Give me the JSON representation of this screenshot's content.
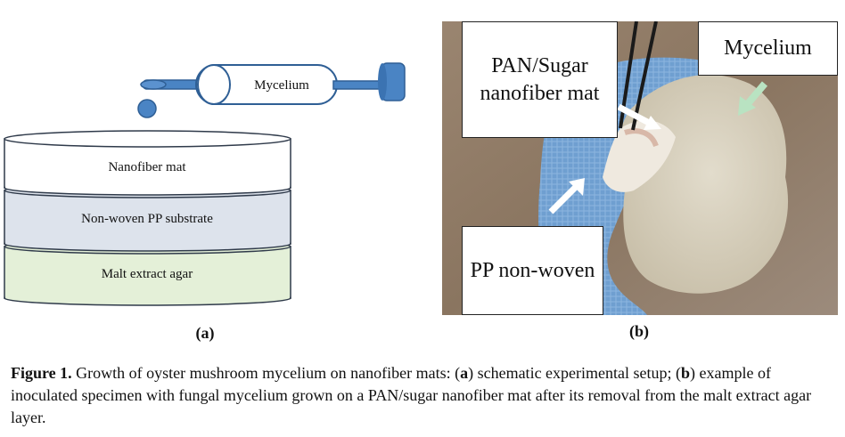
{
  "figure_a": {
    "labels": {
      "mycelium": "Mycelium",
      "nanofiber_mat": "Nanofiber mat",
      "substrate": "Non-woven PP substrate",
      "agar": "Malt extract agar"
    },
    "panel_label": "(a)",
    "colors": {
      "syringe_blue": "#4a84c4",
      "layer_nanofiber": "#ffffff",
      "layer_substrate": "#dde3ec",
      "layer_agar": "#e4f0d8",
      "outline": "#2f3a4a"
    }
  },
  "figure_b": {
    "callouts": {
      "pan_sugar": "PAN/Sugar nanofiber mat",
      "mycelium": "Mycelium",
      "pp_nonwoven": "PP non-woven"
    },
    "panel_label": "(b)",
    "colors": {
      "background": "#8a7560",
      "pp_blue": "#6f9fd0",
      "mycelium_mat": "#d8d1bf",
      "arrow_white": "#ffffff",
      "arrow_green": "#b9e3c2"
    }
  },
  "caption": {
    "figure_label": "Figure 1.",
    "intro": " Growth of oyster mushroom mycelium on nanofiber mats: (",
    "a_label": "a",
    "a_text": ") schematic experimental setup; (",
    "b_label": "b",
    "b_text": ") example of inoculated specimen with fungal mycelium grown on a PAN/sugar nanofiber mat after its removal from the malt extract agar layer."
  }
}
